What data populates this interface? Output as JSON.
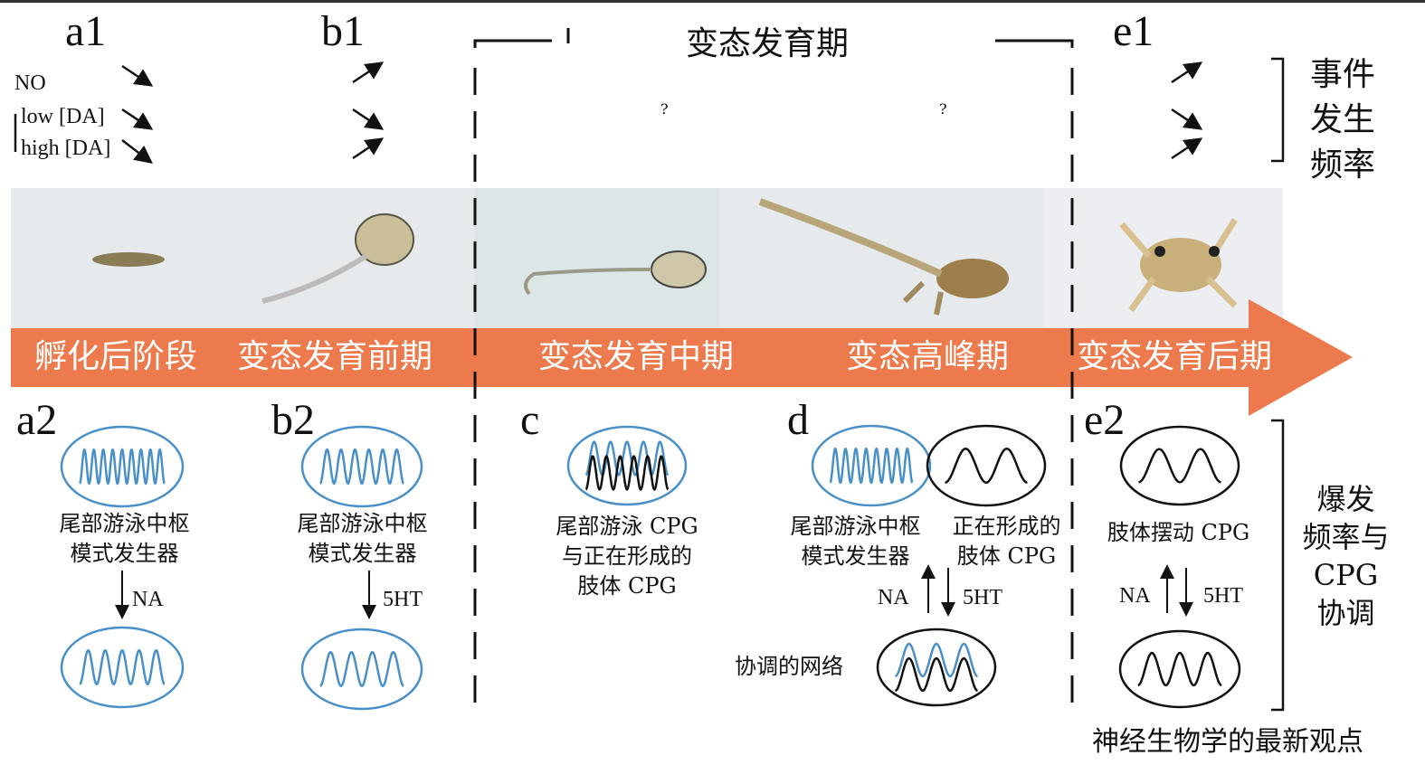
{
  "panels": {
    "a1": "a1",
    "b1": "b1",
    "e1": "e1",
    "a2": "a2",
    "b2": "b2",
    "c": "c",
    "d": "d",
    "e2": "e2"
  },
  "modulators": {
    "no": "NO",
    "low_da": "low [DA]",
    "high_da": "high [DA]",
    "unknown1": "?",
    "unknown2": "?"
  },
  "metamorphosis_title": "变态发育期",
  "right_labels": {
    "event_frequency": [
      "事件",
      "发生",
      "频率"
    ],
    "burst_cpg": [
      "爆发",
      "频率与",
      "CPG",
      "协调"
    ]
  },
  "stages": [
    "孵化后阶段",
    "变态发育前期",
    "变态发育中期",
    "变态高峰期",
    "变态发育后期"
  ],
  "cpg_labels": {
    "a2": [
      "尾部游泳中枢",
      "模式发生器"
    ],
    "b2": [
      "尾部游泳中枢",
      "模式发生器"
    ],
    "c": [
      "尾部游泳 CPG",
      "与正在形成的",
      "肢体 CPG"
    ],
    "d_left": [
      "尾部游泳中枢",
      "模式发生器"
    ],
    "d_right": [
      "正在形成的",
      "肢体 CPG"
    ],
    "e2": [
      "肢体摆动 CPG"
    ],
    "d_network": "协调的网络"
  },
  "neuromodulators": {
    "a2": "NA",
    "b2": "5HT",
    "d_up": "NA",
    "d_down": "5HT",
    "e2_up": "NA",
    "e2_down": "5HT"
  },
  "footer": "神经生物学的最新观点",
  "colors": {
    "band": "#ec7a4d",
    "blue": "#4a90c8",
    "photo_bg": "#e6eaec"
  }
}
